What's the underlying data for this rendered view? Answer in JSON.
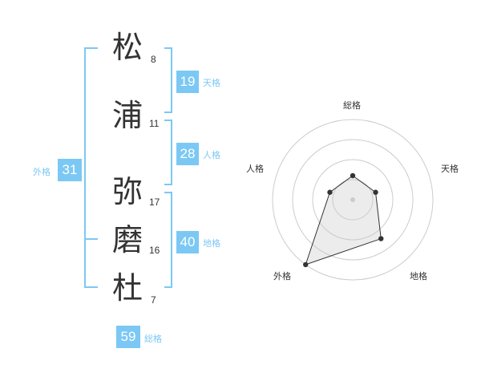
{
  "name": {
    "chars": [
      {
        "char": "松",
        "strokes": "8"
      },
      {
        "char": "浦",
        "strokes": "11"
      },
      {
        "char": "弥",
        "strokes": "17"
      },
      {
        "char": "磨",
        "strokes": "16"
      },
      {
        "char": "杜",
        "strokes": "7"
      }
    ]
  },
  "kakusu": {
    "tenkaku": {
      "value": "19",
      "label": "天格"
    },
    "jinkaku": {
      "value": "28",
      "label": "人格"
    },
    "chikaku": {
      "value": "40",
      "label": "地格"
    },
    "gaikaku": {
      "value": "31",
      "label": "外格"
    },
    "soukaku": {
      "value": "59",
      "label": "総格"
    }
  },
  "colors": {
    "accent": "#7cc8f4",
    "text": "#333333",
    "grid": "#cccccc"
  },
  "chart_data": {
    "type": "radar",
    "axes": [
      "総格",
      "天格",
      "地格",
      "外格",
      "人格"
    ],
    "values": [
      1.5,
      1.5,
      3,
      5,
      1.5
    ],
    "rmax": 5,
    "rings": 4
  }
}
